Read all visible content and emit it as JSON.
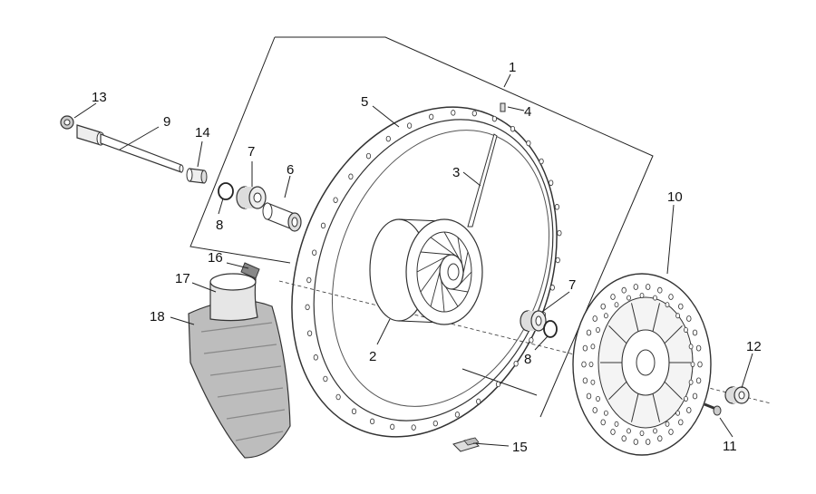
{
  "callouts": {
    "c1": "1",
    "c2": "2",
    "c3": "3",
    "c4": "4",
    "c5": "5",
    "c6": "6",
    "c7a": "7",
    "c7b": "7",
    "c8a": "8",
    "c8b": "8",
    "c9": "9",
    "c10": "10",
    "c11": "11",
    "c12": "12",
    "c13": "13",
    "c14": "14",
    "c15": "15",
    "c16": "16",
    "c17": "17",
    "c18": "18"
  },
  "colors": {
    "line": "#222222",
    "part_fill": "#ffffff",
    "part_shade": "#d9d9d9",
    "tire_fill": "#bdbdbd"
  }
}
